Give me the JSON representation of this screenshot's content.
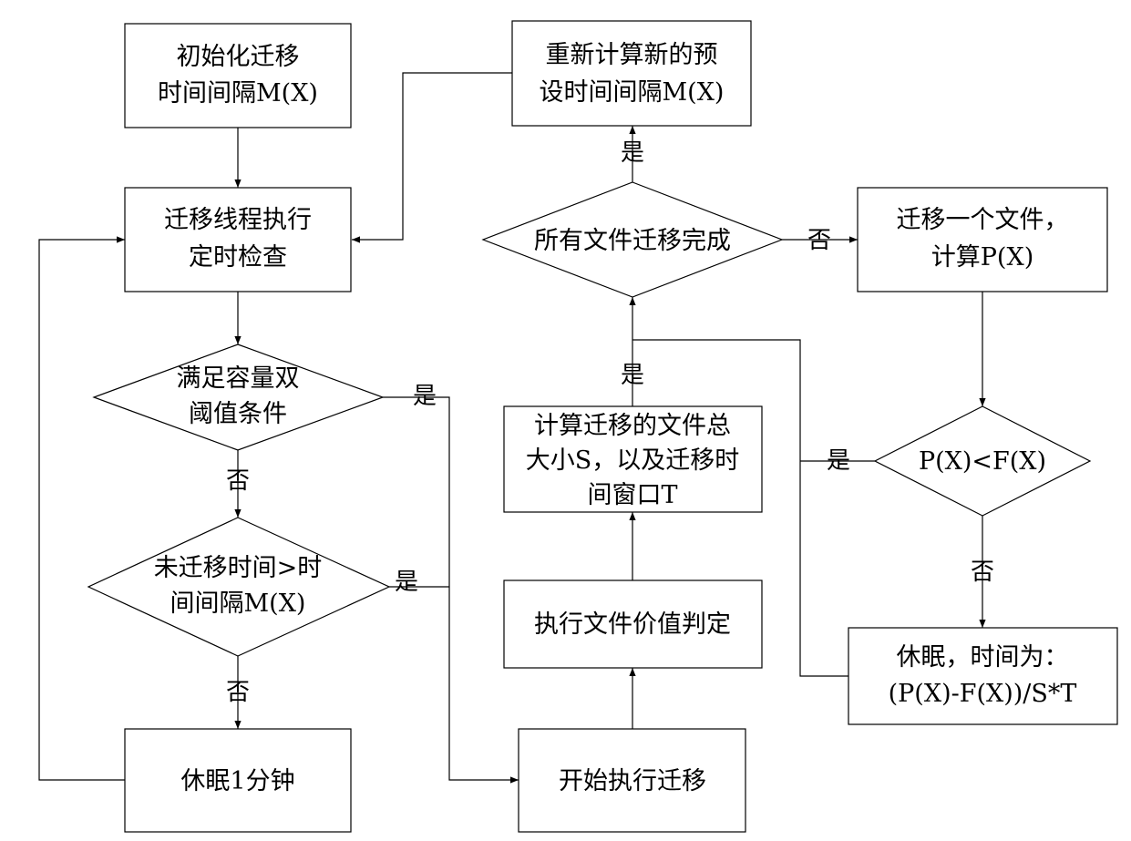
{
  "nodes": {
    "init": {
      "line1": "初始化迁移",
      "line2": "时间间隔M(X)"
    },
    "timer_check": {
      "line1": "迁移线程执行",
      "line2": "定时检查"
    },
    "capacity_threshold": {
      "line1": "满足容量双",
      "line2": "阈值条件"
    },
    "unmigrated_time": {
      "line1": "未迁移时间>时",
      "line2": "间间隔M(X)"
    },
    "sleep_1min": {
      "line1": "休眠1分钟"
    },
    "start_migration": {
      "line1": "开始执行迁移"
    },
    "file_value": {
      "line1": "执行文件价值判定"
    },
    "calc_size": {
      "line1": "计算迁移的文件总",
      "line2": "大小S，以及迁移时",
      "line3": "间窗口T"
    },
    "all_done": {
      "line1": "所有文件迁移完成"
    },
    "recalc_interval": {
      "line1": "重新计算新的预",
      "line2": "设时间间隔M(X)"
    },
    "migrate_one": {
      "line1": "迁移一个文件，",
      "line2": "计算P(X)"
    },
    "compare": {
      "line1": "P(X)<F(X)"
    },
    "sleep_calc": {
      "line1": "休眠，时间为：",
      "line2": "(P(X)-F(X))/S*T"
    }
  },
  "edge_labels": {
    "capacity_yes": "是",
    "capacity_no": "否",
    "unmigrated_yes": "是",
    "unmigrated_no": "否",
    "calc_yes": "是",
    "all_done_yes": "是",
    "all_done_no": "否",
    "compare_yes": "是",
    "compare_no": "否"
  }
}
